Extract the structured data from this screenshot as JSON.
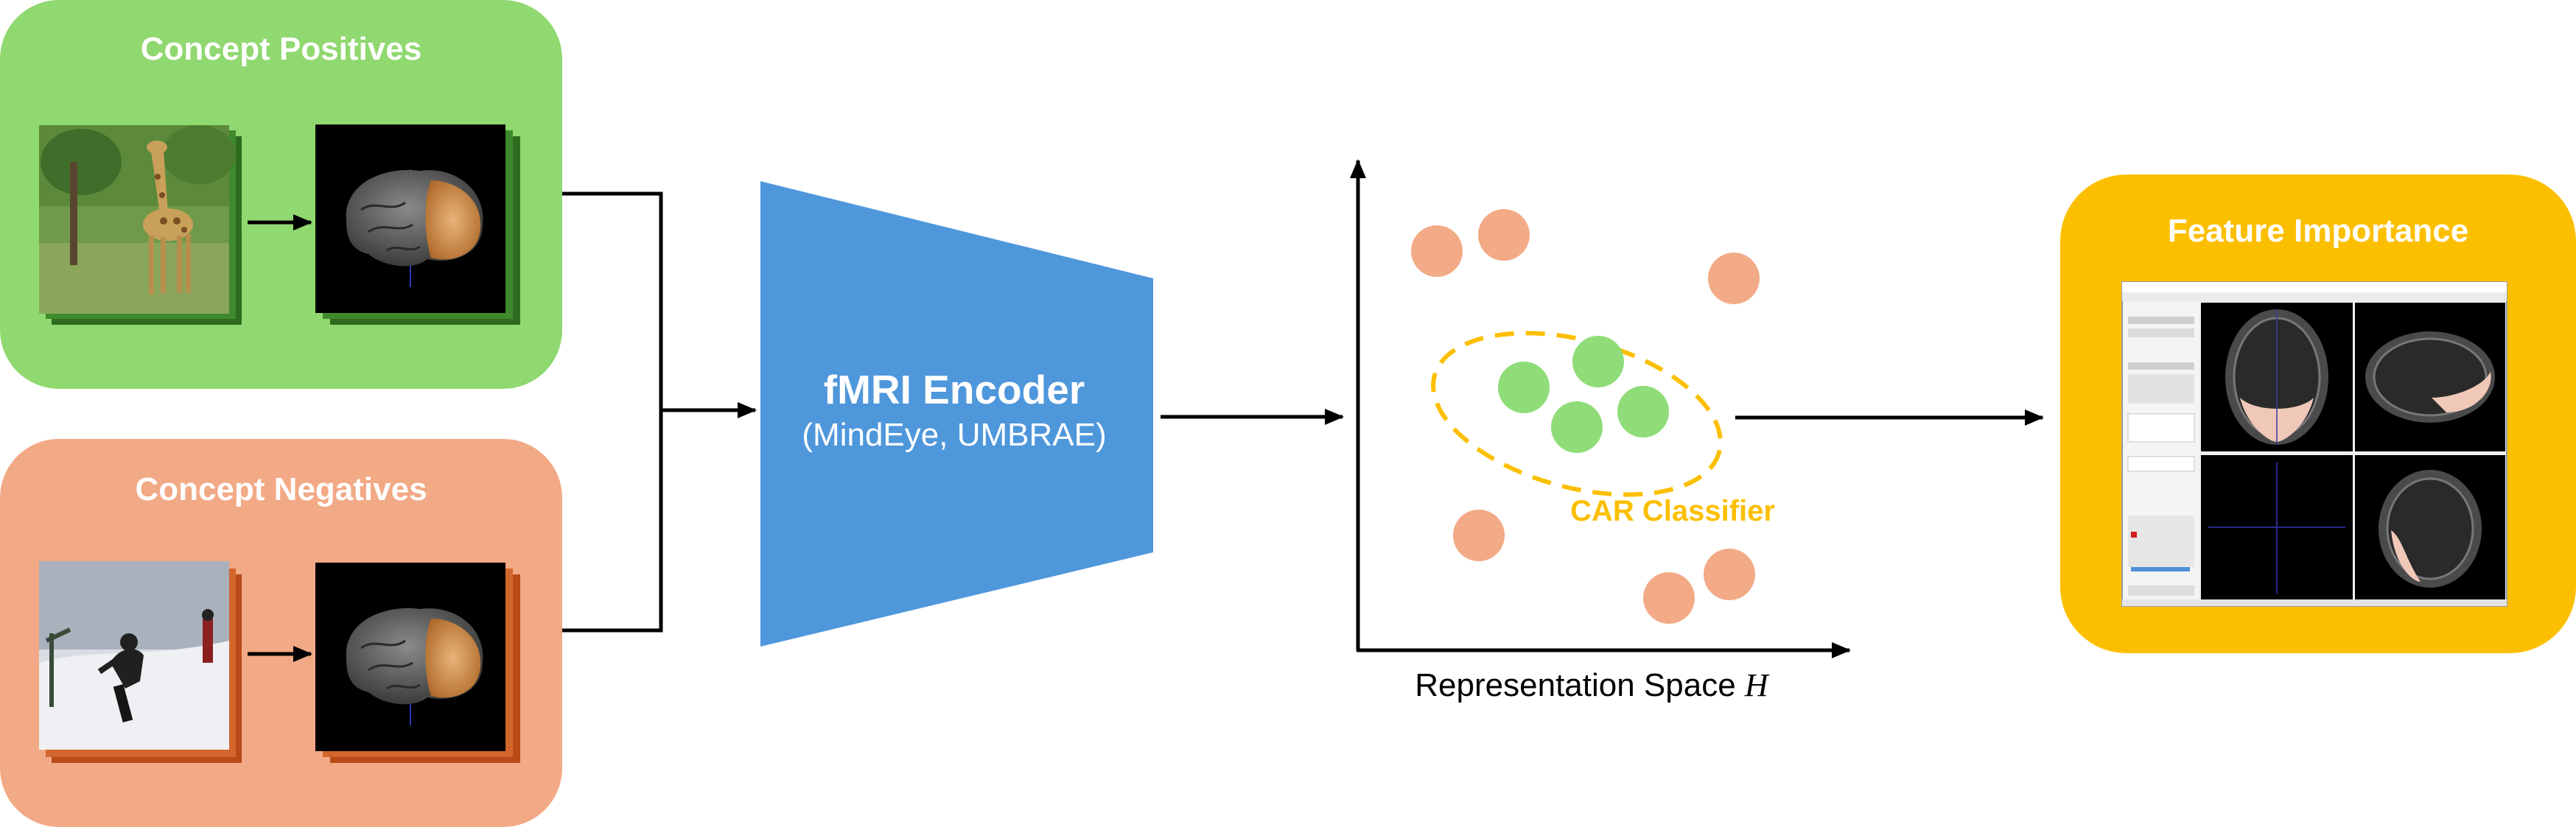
{
  "panels": {
    "positives_title": "Concept Positives",
    "negatives_title": "Concept Negatives",
    "importance_title": "Feature Importance"
  },
  "encoder": {
    "title": "fMRI Encoder",
    "subtitle": "(MindEye, UMBRAE)"
  },
  "classifier": {
    "label": "CAR Classifier"
  },
  "axis": {
    "label_text": "Representation Space ",
    "label_symbol": "H"
  },
  "colors": {
    "positives_panel": "#90d870",
    "negatives_panel": "#f2a985",
    "importance_panel": "#fcbf00",
    "encoder": "#4f97db",
    "positive_point": "#8fdc78",
    "negative_point": "#f3aa87",
    "classifier_boundary": "#fcbf00"
  },
  "icons": {
    "positive_image": "giraffe-photo",
    "negative_image": "snowboarder-photo",
    "brain": "brain-render",
    "software": "itk-snap-screenshot"
  }
}
